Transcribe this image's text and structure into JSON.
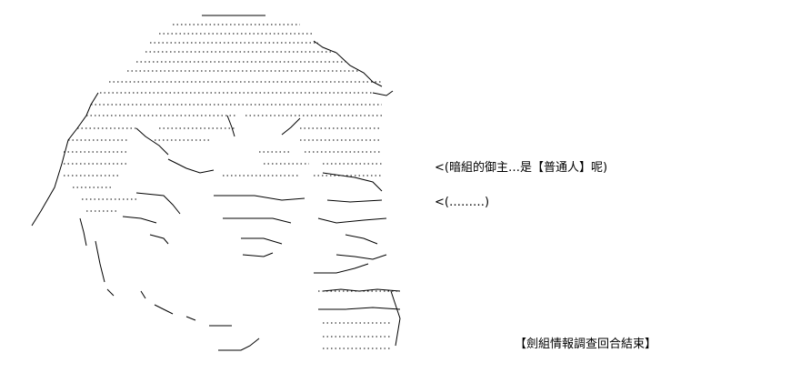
{
  "dialogue": {
    "line_1": "<(暗組的御主…是【普通人】呢)",
    "line_2": "<(………)"
  },
  "caption": "【劍組情報調查回合結束】",
  "colors": {
    "background": "#ffffff",
    "ink": "#000000"
  },
  "art_name": "ascii-character-face"
}
